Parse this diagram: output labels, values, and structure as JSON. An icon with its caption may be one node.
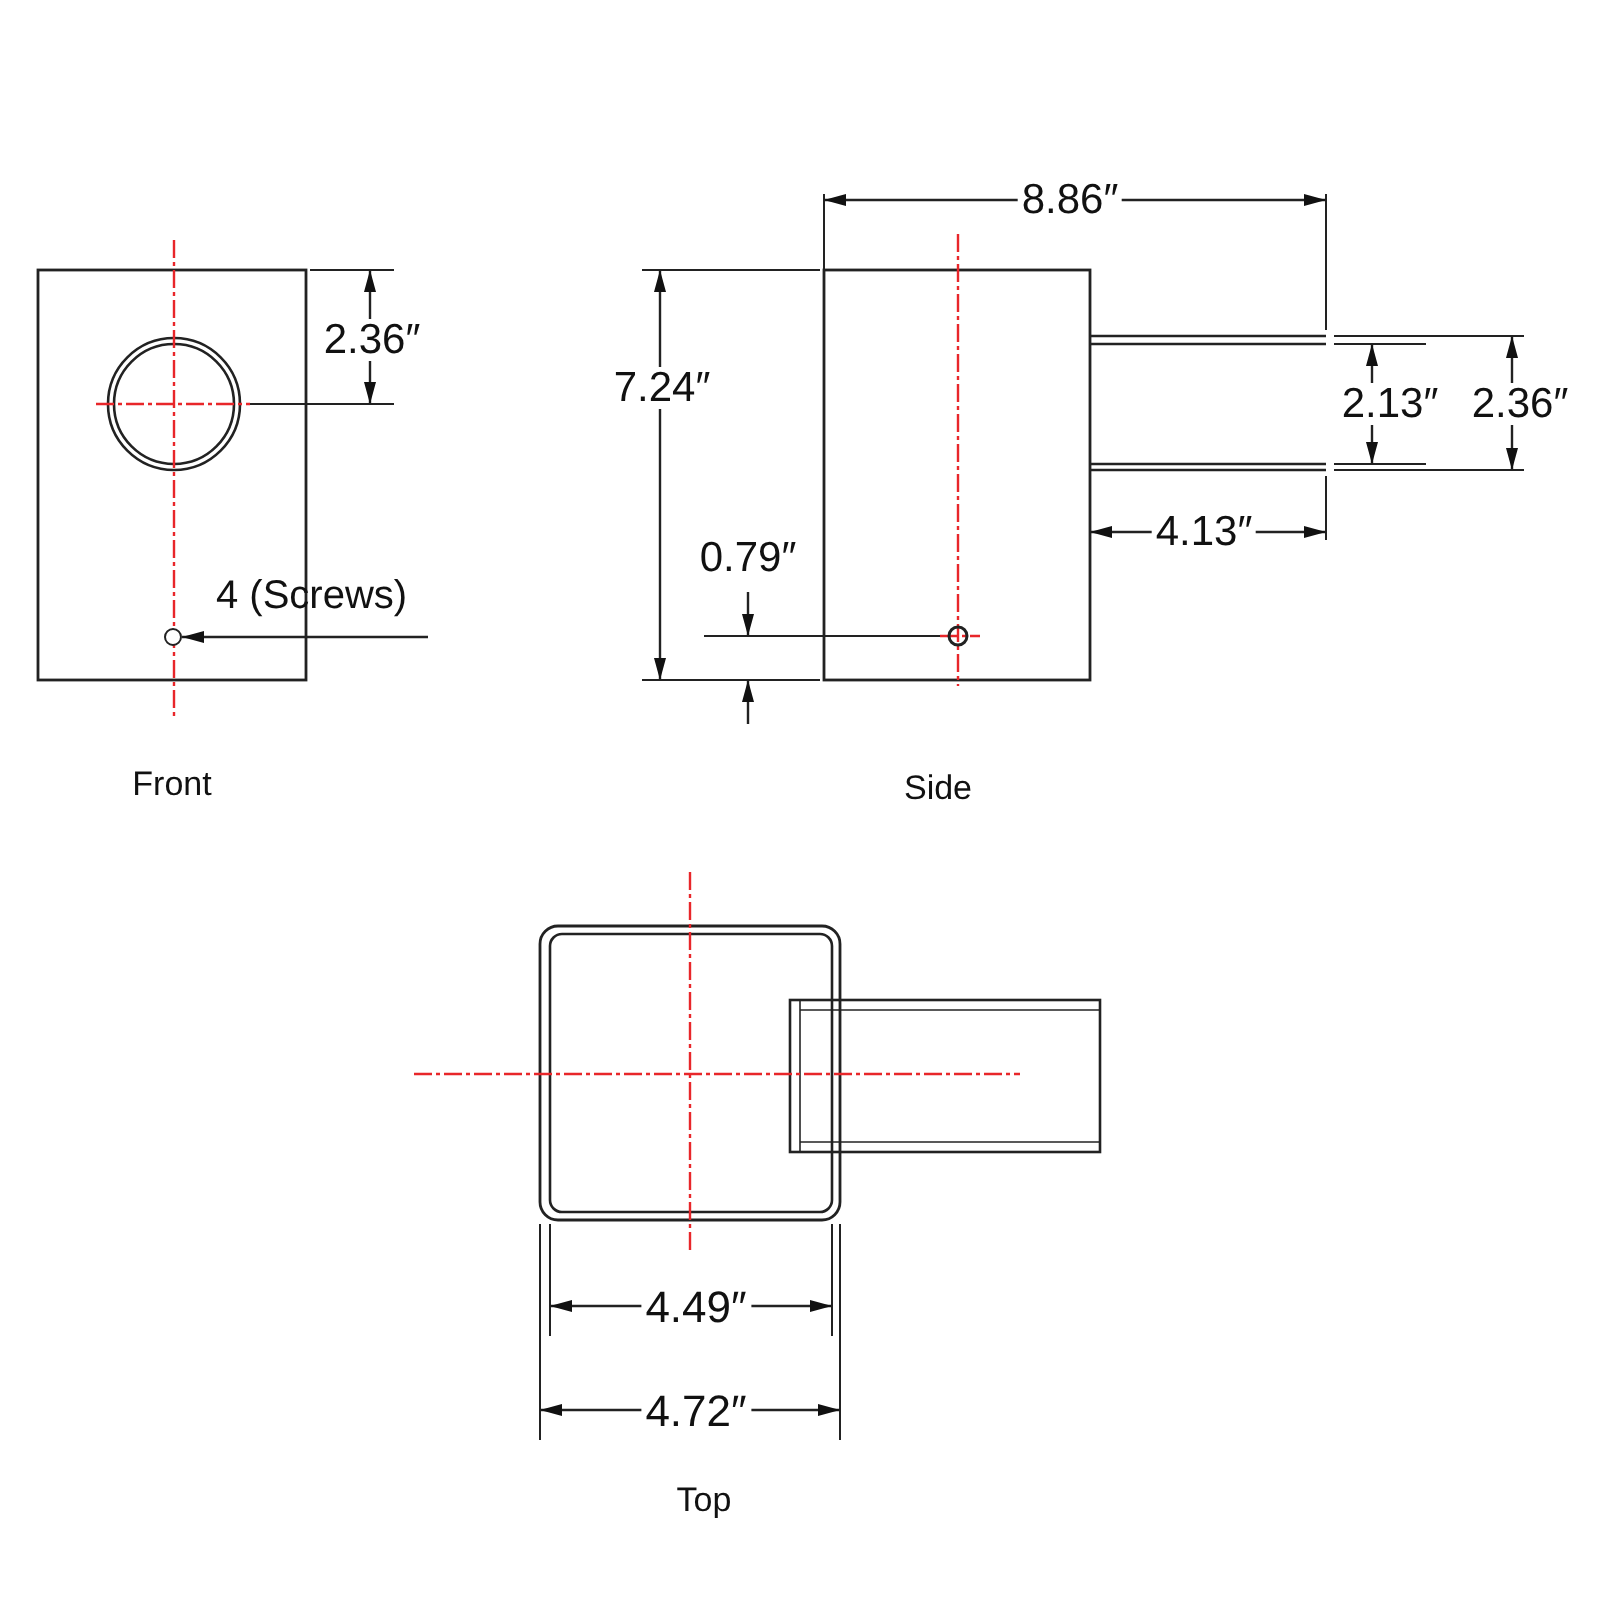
{
  "diagram": {
    "nodes": [
      {
        "text": [
          "4 (Screws)"
        ]
      },
      {
        "text": [],
        "shape": "circle"
      }
    ],
    "edges": [
      {
        "from": 0,
        "to": 1,
        "arrow": "to"
      }
    ],
    "labels": [
      "8.86″",
      "2.36″",
      "7.24″",
      "2.13″",
      "2.36″",
      "4.13″",
      "0.79″",
      "Front",
      "Side",
      "4.49″",
      "4.72″",
      "Top"
    ]
  }
}
